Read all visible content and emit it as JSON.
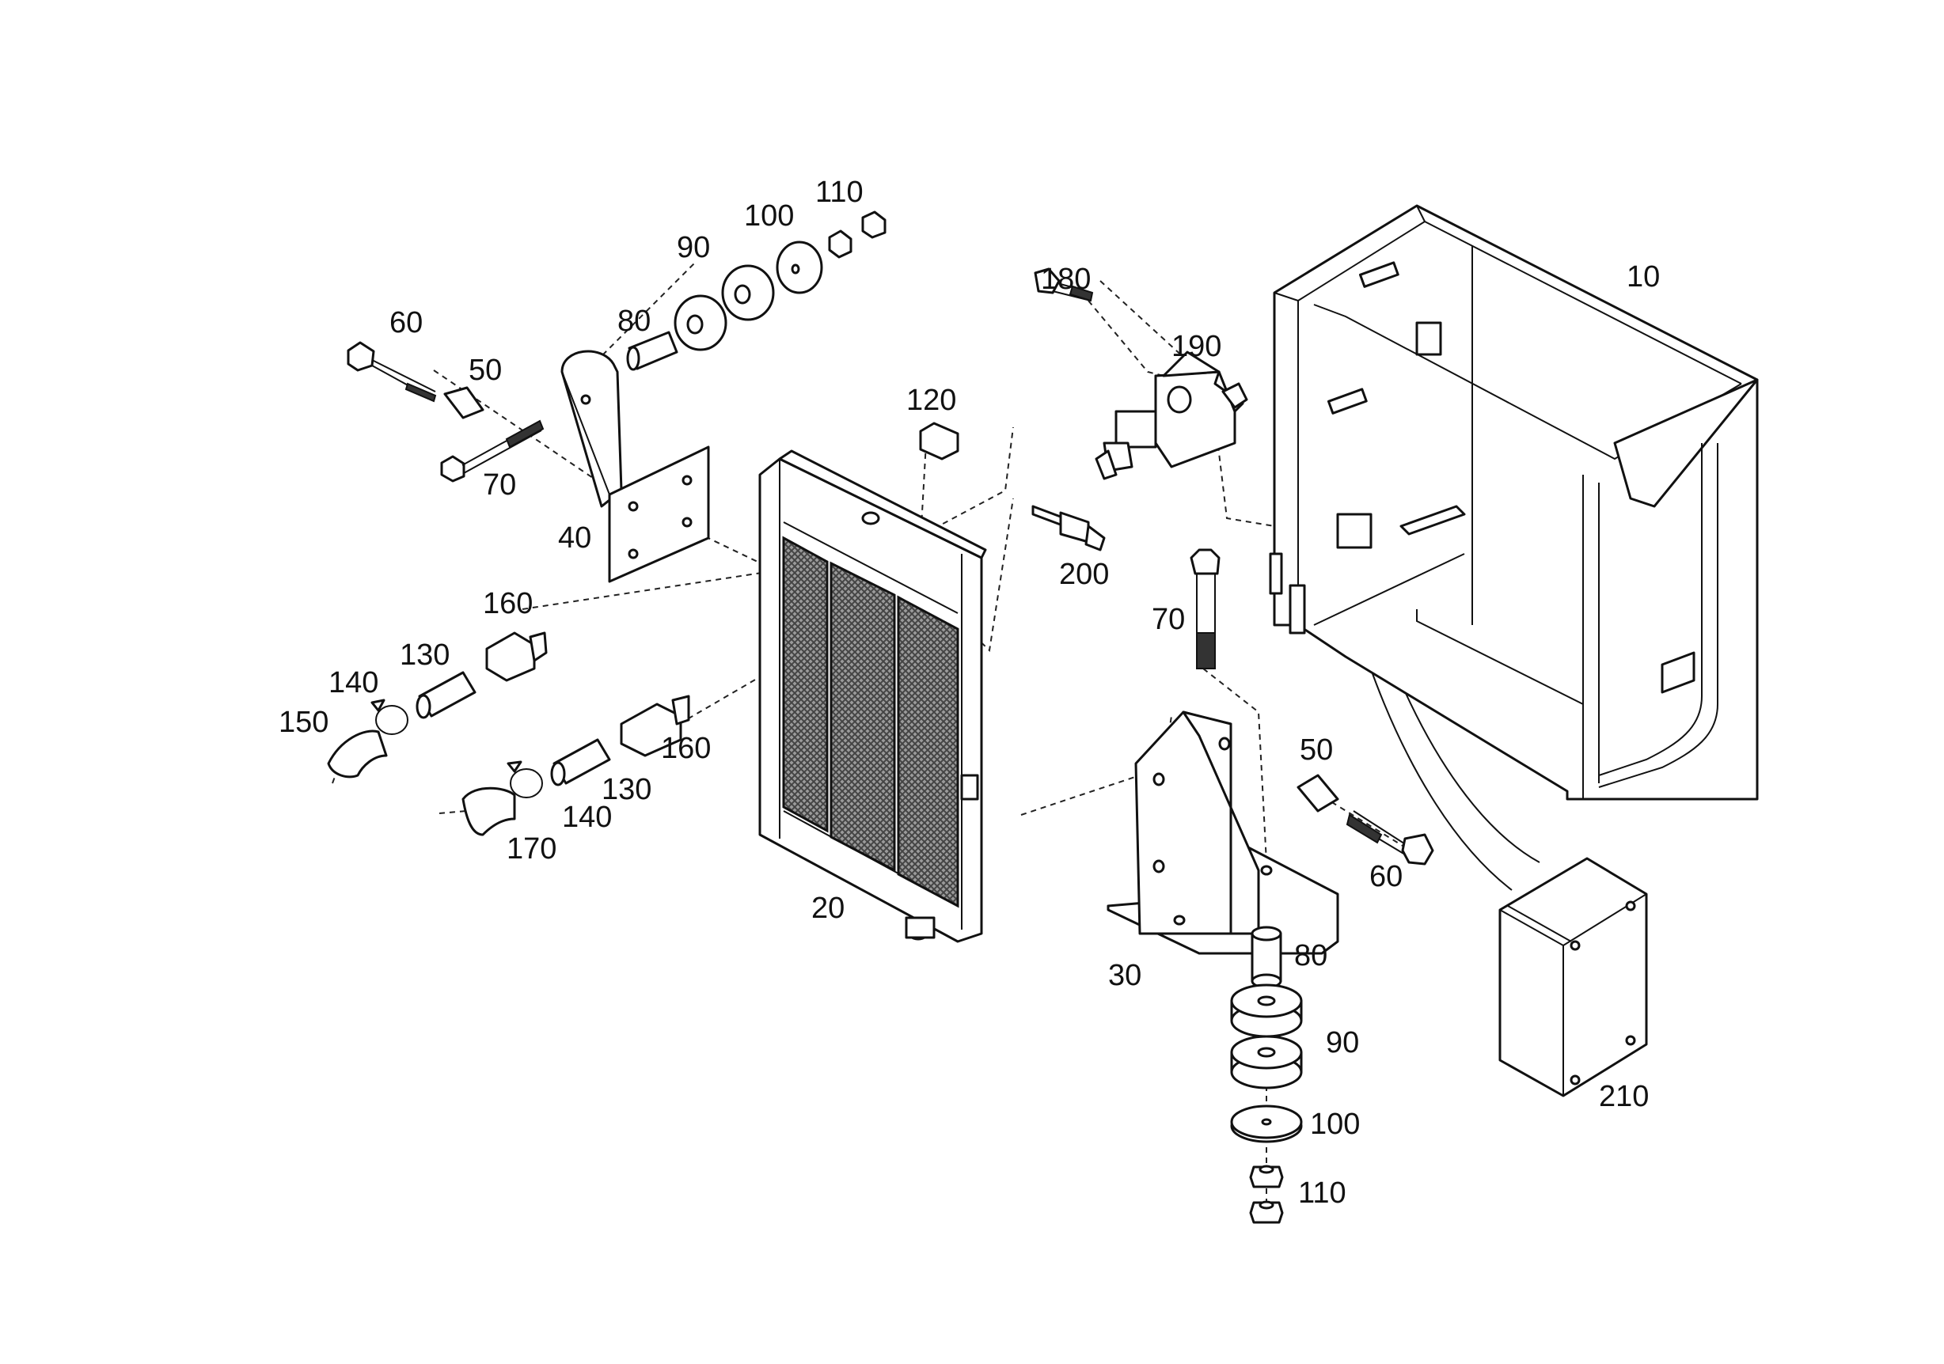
{
  "callouts": [
    {
      "id": "c10",
      "label": "10"
    },
    {
      "id": "c20",
      "label": "20"
    },
    {
      "id": "c30",
      "label": "30"
    },
    {
      "id": "c40",
      "label": "40"
    },
    {
      "id": "c50a",
      "label": "50"
    },
    {
      "id": "c50b",
      "label": "50"
    },
    {
      "id": "c60a",
      "label": "60"
    },
    {
      "id": "c60b",
      "label": "60"
    },
    {
      "id": "c70a",
      "label": "70"
    },
    {
      "id": "c70b",
      "label": "70"
    },
    {
      "id": "c80a",
      "label": "80"
    },
    {
      "id": "c80b",
      "label": "80"
    },
    {
      "id": "c90a",
      "label": "90"
    },
    {
      "id": "c90b",
      "label": "90"
    },
    {
      "id": "c100a",
      "label": "100"
    },
    {
      "id": "c100b",
      "label": "100"
    },
    {
      "id": "c110a",
      "label": "110"
    },
    {
      "id": "c110b",
      "label": "110"
    },
    {
      "id": "c120",
      "label": "120"
    },
    {
      "id": "c130a",
      "label": "130"
    },
    {
      "id": "c130b",
      "label": "130"
    },
    {
      "id": "c140a",
      "label": "140"
    },
    {
      "id": "c140b",
      "label": "140"
    },
    {
      "id": "c150",
      "label": "150"
    },
    {
      "id": "c160a",
      "label": "160"
    },
    {
      "id": "c160b",
      "label": "160"
    },
    {
      "id": "c170",
      "label": "170"
    },
    {
      "id": "c180",
      "label": "180"
    },
    {
      "id": "c190",
      "label": "190"
    },
    {
      "id": "c200",
      "label": "200"
    },
    {
      "id": "c210",
      "label": "210"
    }
  ],
  "colors": {
    "ink": "#111111",
    "paper": "#ffffff"
  }
}
